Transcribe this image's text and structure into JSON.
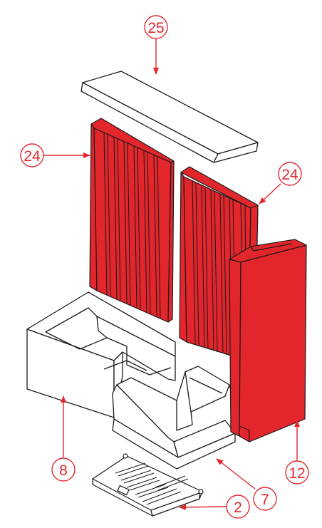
{
  "colors": {
    "accent": "#e3262c",
    "outline": "#1a1a1a",
    "background": "#ffffff"
  },
  "callouts": [
    {
      "id": "c25a",
      "label": "25",
      "part": "top-baffle-plate"
    },
    {
      "id": "c24a",
      "label": "24",
      "part": "left-rear-ribbed-panel"
    },
    {
      "id": "c24b",
      "label": "24",
      "part": "right-rear-ribbed-panel"
    },
    {
      "id": "c8",
      "label": "8",
      "part": "left-base-block"
    },
    {
      "id": "c12",
      "label": "12",
      "part": "right-side-panel"
    },
    {
      "id": "c7",
      "label": "7",
      "part": "right-base-block"
    },
    {
      "id": "c2",
      "label": "2",
      "part": "grate"
    }
  ]
}
